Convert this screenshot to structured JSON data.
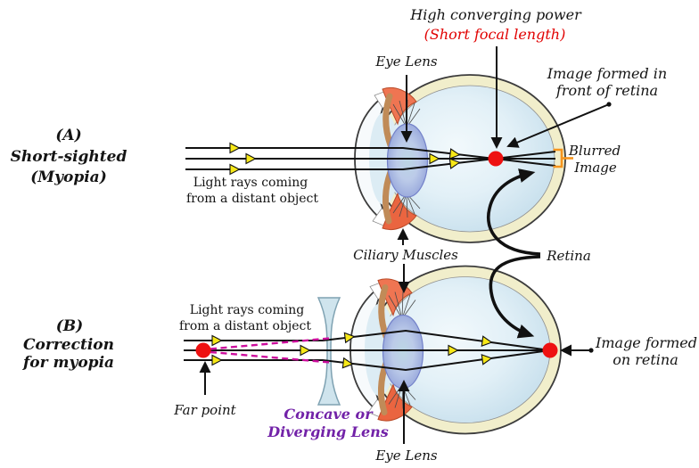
{
  "figure": {
    "top_caption_line1": "High converging power",
    "top_caption_line2": "(Short focal length)"
  },
  "panel_a": {
    "side_label_line1": "(A)",
    "side_label_line2": "Short-sighted",
    "side_label_line3": "(Myopia)",
    "rays_label_line1": "Light rays coming",
    "rays_label_line2": "from a distant object",
    "eye_lens_label": "Eye Lens",
    "image_label_line1": "Image formed in",
    "image_label_line2": "front of retina",
    "blurred_label_line1": "Blurred",
    "blurred_label_line2": "Image"
  },
  "shared": {
    "ciliary_label": "Ciliary Muscles",
    "retina_label": "Retina"
  },
  "panel_b": {
    "side_label_line1": "(B)",
    "side_label_line2": "Correction",
    "side_label_line3": "for myopia",
    "rays_label_line1": "Light rays coming",
    "rays_label_line2": "from a distant object",
    "far_point_label": "Far point",
    "corrective_lens_label_line1": "Concave or",
    "corrective_lens_label_line2": "Diverging Lens",
    "eye_lens_label": "Eye Lens",
    "image_label_line1": "Image formed",
    "image_label_line2": "on retina"
  },
  "colors": {
    "caption_red": "#e10000",
    "focal_dot_red": "#ee1111",
    "ray_arrowhead_yellow": "#f7e817",
    "virtual_ray_magenta": "#cc0e9c",
    "blurred_bracket_orange": "#f5941e",
    "corrective_lens_label_purple": "#7222a8",
    "sclera_cream": "#f1eecb",
    "vitreous_blue": "#cde2ef",
    "eye_lens_periwinkle": "#93a3d9",
    "ciliary_salmon": "#ef7552",
    "ray_black": "#111111"
  }
}
